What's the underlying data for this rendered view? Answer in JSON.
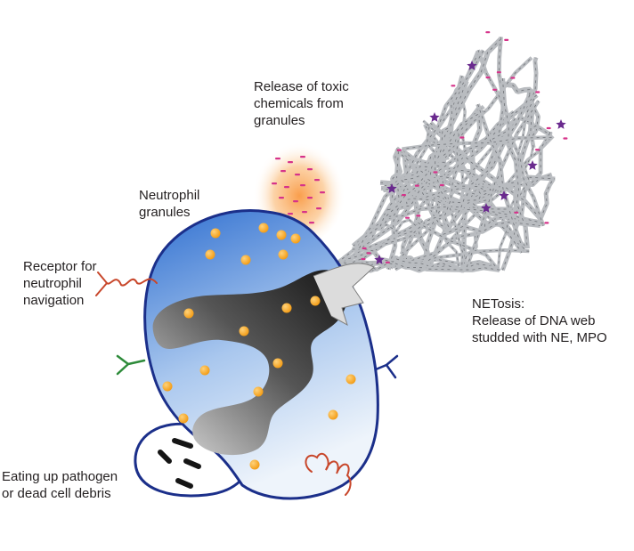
{
  "labels": {
    "toxic_release": [
      "Release of toxic",
      "chemicals from",
      "granules"
    ],
    "granules": [
      "Neutrophil",
      "granules"
    ],
    "receptor": [
      "Receptor for",
      "neutrophil",
      "navigation"
    ],
    "netosis": [
      "NETosis:",
      "Release of DNA web",
      "studded with NE, MPO"
    ],
    "phagocytosis": [
      "Eating up pathogen",
      "or dead cell debris"
    ]
  },
  "colors": {
    "cell_outline": "#1b2f8a",
    "cell_fill_top": "#2f6fd0",
    "cell_fill_bottom": "#eef4fb",
    "granule": "#f4a21c",
    "nucleus_dark": "#1a1a1a",
    "nucleus_light": "#d9d9d9",
    "receptor_red": "#c8472b",
    "receptor_green": "#2e8b3a",
    "receptor_blue": "#1b2f8a",
    "toxic_glow": "#f9a65a",
    "toxic_dots": "#d6338a",
    "dna_web": "#b9bcc0",
    "net_star": "#6a2a8e",
    "net_dot": "#d6338a"
  },
  "icons": [
    "granule-icon",
    "receptor-icon",
    "pathogen-icon",
    "dna-net-icon",
    "star-icon"
  ]
}
